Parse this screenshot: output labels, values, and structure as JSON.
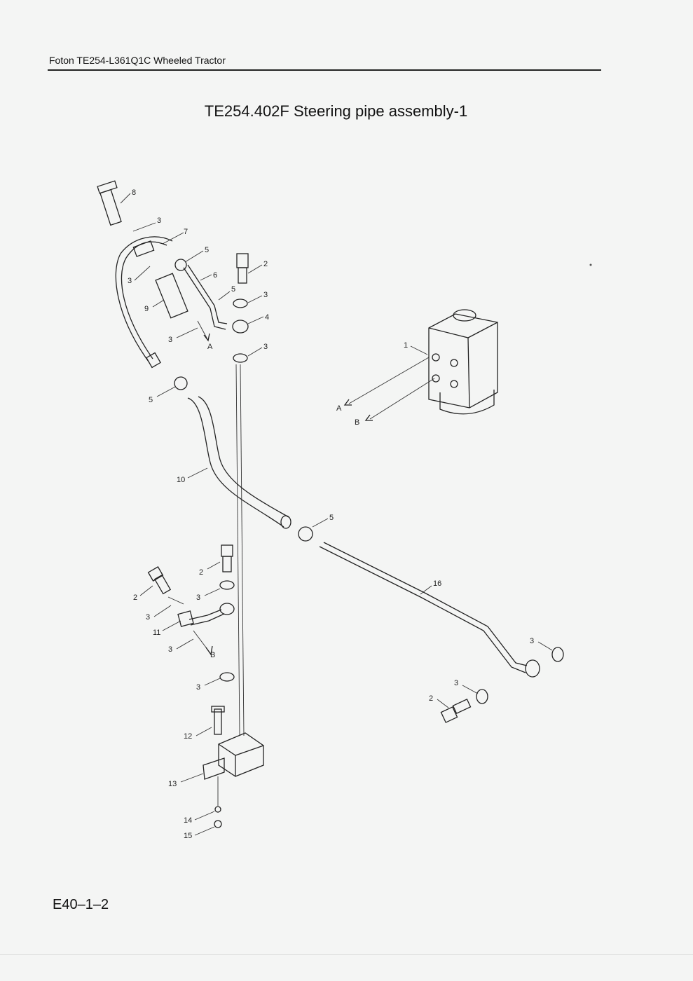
{
  "header": {
    "text": "Foton TE254-L361Q1C Wheeled Tractor"
  },
  "title": "TE254.402F  Steering pipe assembly-1",
  "footer": {
    "page_code": "E40–1–2"
  },
  "callouts": [
    {
      "label": "8"
    },
    {
      "label": "3"
    },
    {
      "label": "7"
    },
    {
      "label": "5"
    },
    {
      "label": "3"
    },
    {
      "label": "6"
    },
    {
      "label": "5"
    },
    {
      "label": "9"
    },
    {
      "label": "3"
    },
    {
      "label": "A"
    },
    {
      "label": "2"
    },
    {
      "label": "3"
    },
    {
      "label": "4"
    },
    {
      "label": "3"
    },
    {
      "label": "1"
    },
    {
      "label": "A"
    },
    {
      "label": "B"
    },
    {
      "label": "5"
    },
    {
      "label": "10"
    },
    {
      "label": "5"
    },
    {
      "label": "16"
    },
    {
      "label": "2"
    },
    {
      "label": "2"
    },
    {
      "label": "3"
    },
    {
      "label": "3"
    },
    {
      "label": "11"
    },
    {
      "label": "3"
    },
    {
      "label": "B"
    },
    {
      "label": "3"
    },
    {
      "label": "3"
    },
    {
      "label": "3"
    },
    {
      "label": "2"
    },
    {
      "label": "12"
    },
    {
      "label": "13"
    },
    {
      "label": "14"
    },
    {
      "label": "15"
    }
  ]
}
